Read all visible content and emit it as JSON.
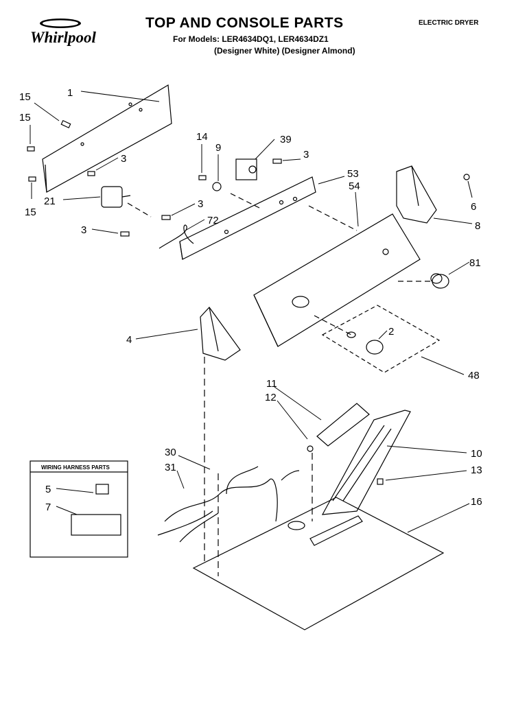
{
  "header": {
    "title": "TOP AND CONSOLE PARTS",
    "models_line": "For Models: LER4634DQ1, LER4634DZ1",
    "variants_line": "(Designer White) (Designer Almond)",
    "doc_type": "ELECTRIC DRYER",
    "brand": "Whirlpool"
  },
  "inset": {
    "title": "WIRING HARNESS PARTS"
  },
  "callouts": [
    {
      "id": "c1",
      "text": "1"
    },
    {
      "id": "c15a",
      "text": "15"
    },
    {
      "id": "c15b",
      "text": "15"
    },
    {
      "id": "c15c",
      "text": "15"
    },
    {
      "id": "c3a",
      "text": "3"
    },
    {
      "id": "c21",
      "text": "21"
    },
    {
      "id": "c14",
      "text": "14"
    },
    {
      "id": "c9",
      "text": "9"
    },
    {
      "id": "c39",
      "text": "39"
    },
    {
      "id": "c3b",
      "text": "3"
    },
    {
      "id": "c53",
      "text": "53"
    },
    {
      "id": "c54",
      "text": "54"
    },
    {
      "id": "c6",
      "text": "6"
    },
    {
      "id": "c8",
      "text": "8"
    },
    {
      "id": "c3c",
      "text": "3"
    },
    {
      "id": "c72",
      "text": "72"
    },
    {
      "id": "c3d",
      "text": "3"
    },
    {
      "id": "c81",
      "text": "81"
    },
    {
      "id": "c4",
      "text": "4"
    },
    {
      "id": "c2",
      "text": "2"
    },
    {
      "id": "c48",
      "text": "48"
    },
    {
      "id": "c11",
      "text": "11"
    },
    {
      "id": "c12",
      "text": "12"
    },
    {
      "id": "c10",
      "text": "10"
    },
    {
      "id": "c13",
      "text": "13"
    },
    {
      "id": "c16",
      "text": "16"
    },
    {
      "id": "c30",
      "text": "30"
    },
    {
      "id": "c31",
      "text": "31"
    },
    {
      "id": "c5",
      "text": "5"
    },
    {
      "id": "c7",
      "text": "7"
    }
  ]
}
